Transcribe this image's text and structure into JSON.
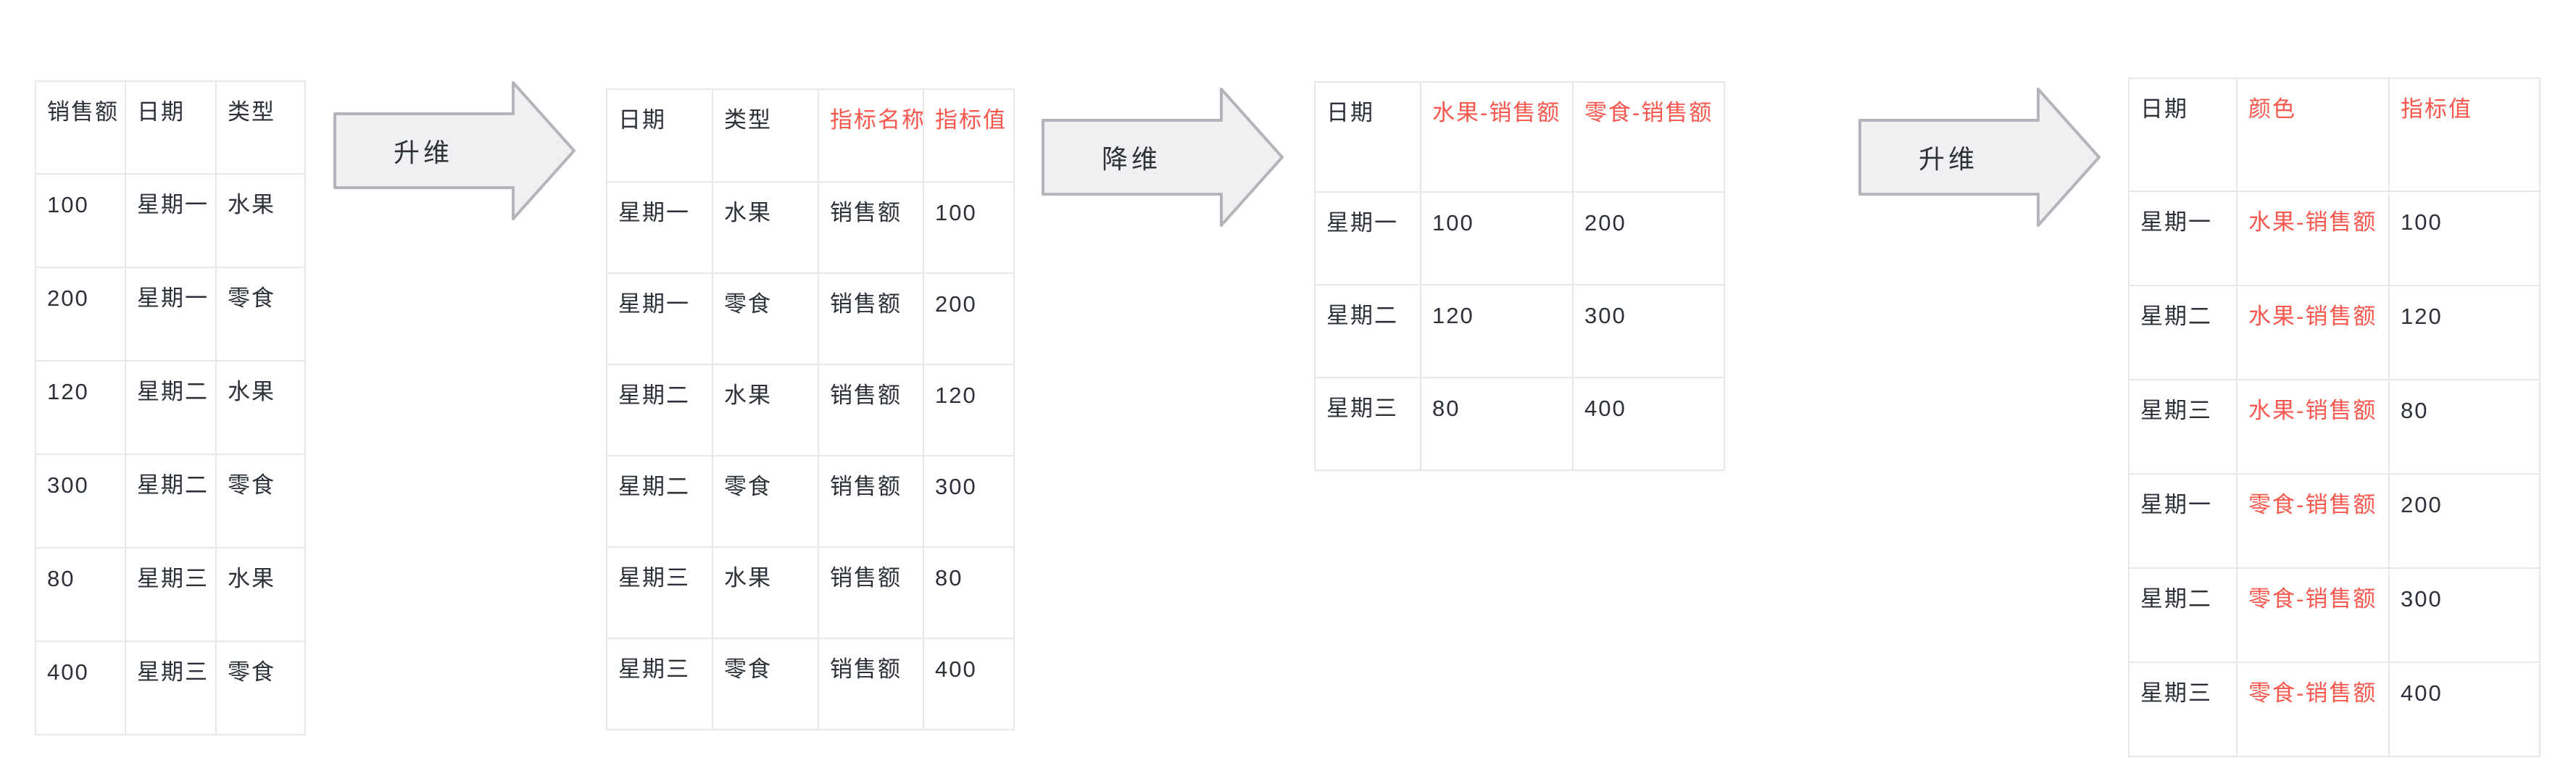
{
  "page": {
    "background": "#ffffff"
  },
  "colors": {
    "highlight_red": "#F8574E",
    "text_dark": "#2C3038",
    "table_border": "#E8E8EB",
    "arrow_fill": "#F0F0F2",
    "arrow_border": "#B4B4BB"
  },
  "arrows": [
    {
      "label": "升维",
      "direction": "right"
    },
    {
      "label": "降维",
      "direction": "right"
    },
    {
      "label": "升维",
      "direction": "right"
    }
  ],
  "tables": {
    "source": {
      "headers": [
        "销售额",
        "日期",
        "类型"
      ],
      "red_headers": [],
      "red_columns": [],
      "rows": [
        [
          "100",
          "星期一",
          "水果"
        ],
        [
          "200",
          "星期一",
          "零食"
        ],
        [
          "120",
          "星期二",
          "水果"
        ],
        [
          "300",
          "星期二",
          "零食"
        ],
        [
          "80",
          "星期三",
          "水果"
        ],
        [
          "400",
          "星期三",
          "零食"
        ]
      ]
    },
    "raised": {
      "headers": [
        "日期",
        "类型",
        "指标名称",
        "指标值"
      ],
      "red_headers": [
        2,
        3
      ],
      "red_columns": [],
      "rows": [
        [
          "星期一",
          "水果",
          "销售额",
          "100"
        ],
        [
          "星期一",
          "零食",
          "销售额",
          "200"
        ],
        [
          "星期二",
          "水果",
          "销售额",
          "120"
        ],
        [
          "星期二",
          "零食",
          "销售额",
          "300"
        ],
        [
          "星期三",
          "水果",
          "销售额",
          "80"
        ],
        [
          "星期三",
          "零食",
          "销售额",
          "400"
        ]
      ]
    },
    "lowered": {
      "headers": [
        "日期",
        "水果-销售额",
        "零食-销售额"
      ],
      "red_headers": [
        1,
        2
      ],
      "red_columns": [],
      "rows": [
        [
          "星期一",
          "100",
          "200"
        ],
        [
          "星期二",
          "120",
          "300"
        ],
        [
          "星期三",
          "80",
          "400"
        ]
      ]
    },
    "raised2": {
      "headers": [
        "日期",
        "颜色",
        "指标值"
      ],
      "red_headers": [
        1,
        2
      ],
      "red_columns": [
        1
      ],
      "rows": [
        [
          "星期一",
          "水果-销售额",
          "100"
        ],
        [
          "星期二",
          "水果-销售额",
          "120"
        ],
        [
          "星期三",
          "水果-销售额",
          "80"
        ],
        [
          "星期一",
          "零食-销售额",
          "200"
        ],
        [
          "星期二",
          "零食-销售额",
          "300"
        ],
        [
          "星期三",
          "零食-销售额",
          "400"
        ]
      ]
    }
  }
}
